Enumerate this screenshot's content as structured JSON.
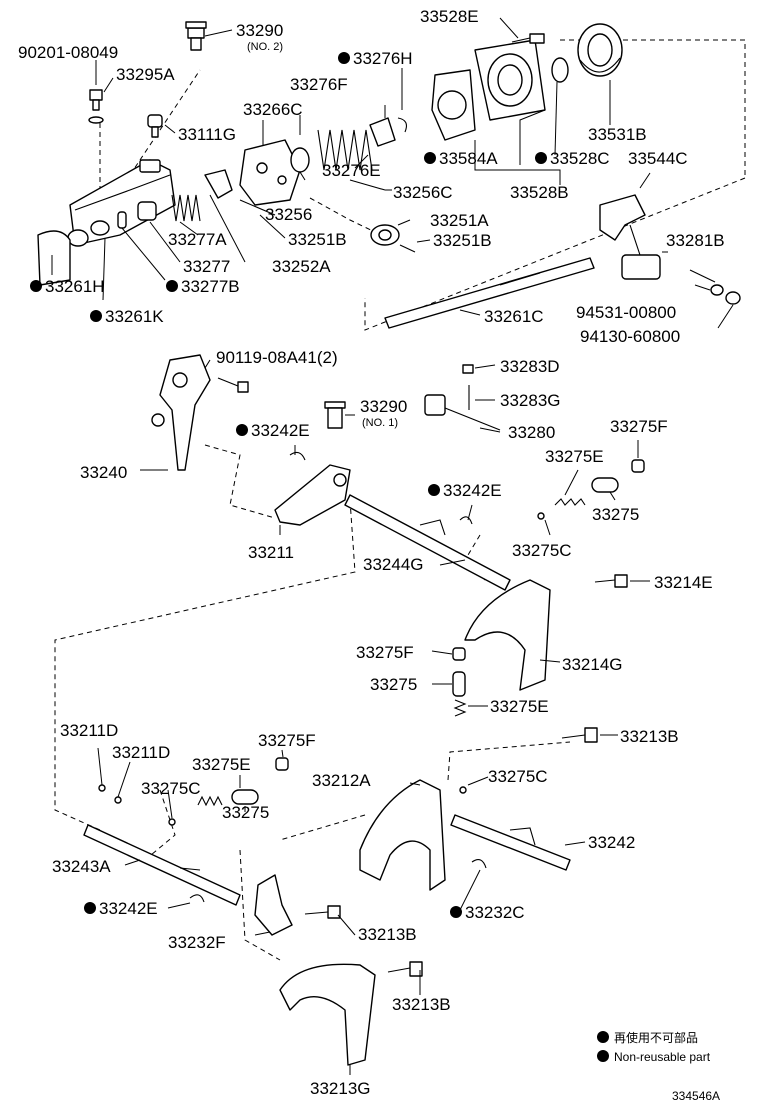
{
  "diagram_id": "334546A",
  "legend": {
    "japanese": "再使用不可部品",
    "english": "Non-reusable part"
  },
  "labels": {
    "p33290_2": "33290",
    "p33290_2_note": "(NO. 2)",
    "p90201": "90201-08049",
    "p33295A": "33295A",
    "p33528E": "33528E",
    "p33276H": "33276H",
    "p33276F": "33276F",
    "p33266C": "33266C",
    "p33111G": "33111G",
    "p33531B": "33531B",
    "p33584A": "33584A",
    "p33528C": "33528C",
    "p33544C": "33544C",
    "p33276E": "33276E",
    "p33256C": "33256C",
    "p33528B": "33528B",
    "p33256": "33256",
    "p33251A": "33251A",
    "p33277A": "33277A",
    "p33251B_1": "33251B",
    "p33251B_2": "33251B",
    "p33281B": "33281B",
    "p33277": "33277",
    "p33252A": "33252A",
    "p33261H": "33261H",
    "p33277B": "33277B",
    "p94531": "94531-00800",
    "p33261K": "33261K",
    "p33261C": "33261C",
    "p94130": "94130-60800",
    "p90119": "90119-08A41(2)",
    "p33283D": "33283D",
    "p33283G": "33283G",
    "p33290_1": "33290",
    "p33290_1_note": "(NO. 1)",
    "p33242E_1": "33242E",
    "p33280": "33280",
    "p33275F_1": "33275F",
    "p33275E_1": "33275E",
    "p33240": "33240",
    "p33242E_2": "33242E",
    "p33275_1": "33275",
    "p33211": "33211",
    "p33244G": "33244G",
    "p33275C_1": "33275C",
    "p33214E": "33214E",
    "p33275F_2": "33275F",
    "p33214G": "33214G",
    "p33275_2": "33275",
    "p33275E_2": "33275E",
    "p33213B_1": "33213B",
    "p33211D_1": "33211D",
    "p33211D_2": "33211D",
    "p33275F_3": "33275F",
    "p33275E_3": "33275E",
    "p33212A": "33212A",
    "p33275C_2": "33275C",
    "p33275C_3": "33275C",
    "p33275_3": "33275",
    "p33242": "33242",
    "p33243A": "33243A",
    "p33242E_3": "33242E",
    "p33232C": "33232C",
    "p33232F": "33232F",
    "p33213B_2": "33213B",
    "p33213B_3": "33213B",
    "p33213G": "33213G"
  }
}
